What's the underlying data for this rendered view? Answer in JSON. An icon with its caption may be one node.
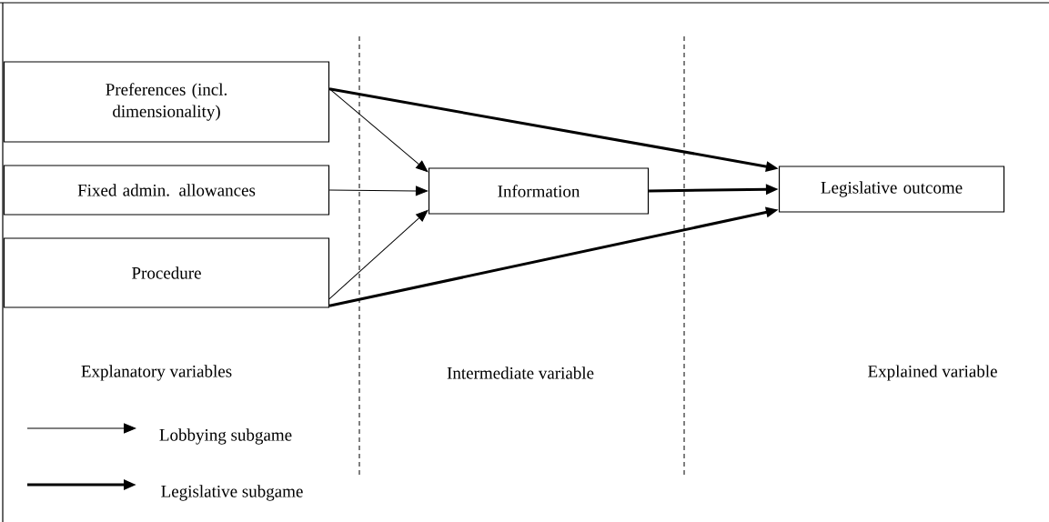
{
  "diagram": {
    "nodes": [
      {
        "text": [
          "Preferences (incl. dimensionality)"
        ]
      },
      {
        "text": [
          "Fixed admin. allowances"
        ]
      },
      {
        "text": [
          "Procedure"
        ]
      },
      {
        "text": [
          "Information"
        ]
      },
      {
        "text": [
          "Legislative outcome"
        ]
      }
    ],
    "edges": [
      {
        "from": 0,
        "to": 3,
        "arrow": "to"
      },
      {
        "from": 1,
        "to": 3,
        "arrow": "to"
      },
      {
        "from": 2,
        "to": 3,
        "arrow": "to"
      },
      {
        "from": 0,
        "to": 4,
        "arrow": "to",
        "style": "thick"
      },
      {
        "from": 3,
        "to": 4,
        "arrow": "to",
        "style": "thick"
      },
      {
        "from": 2,
        "to": 4,
        "arrow": "to",
        "style": "thick"
      }
    ],
    "labels": [
      "Explanatory variables",
      "Intermediate variable",
      "Explained variable"
    ],
    "legend": [
      {
        "text": "Lobbying subgame"
      },
      {
        "text": "Legislative subgame"
      }
    ]
  }
}
